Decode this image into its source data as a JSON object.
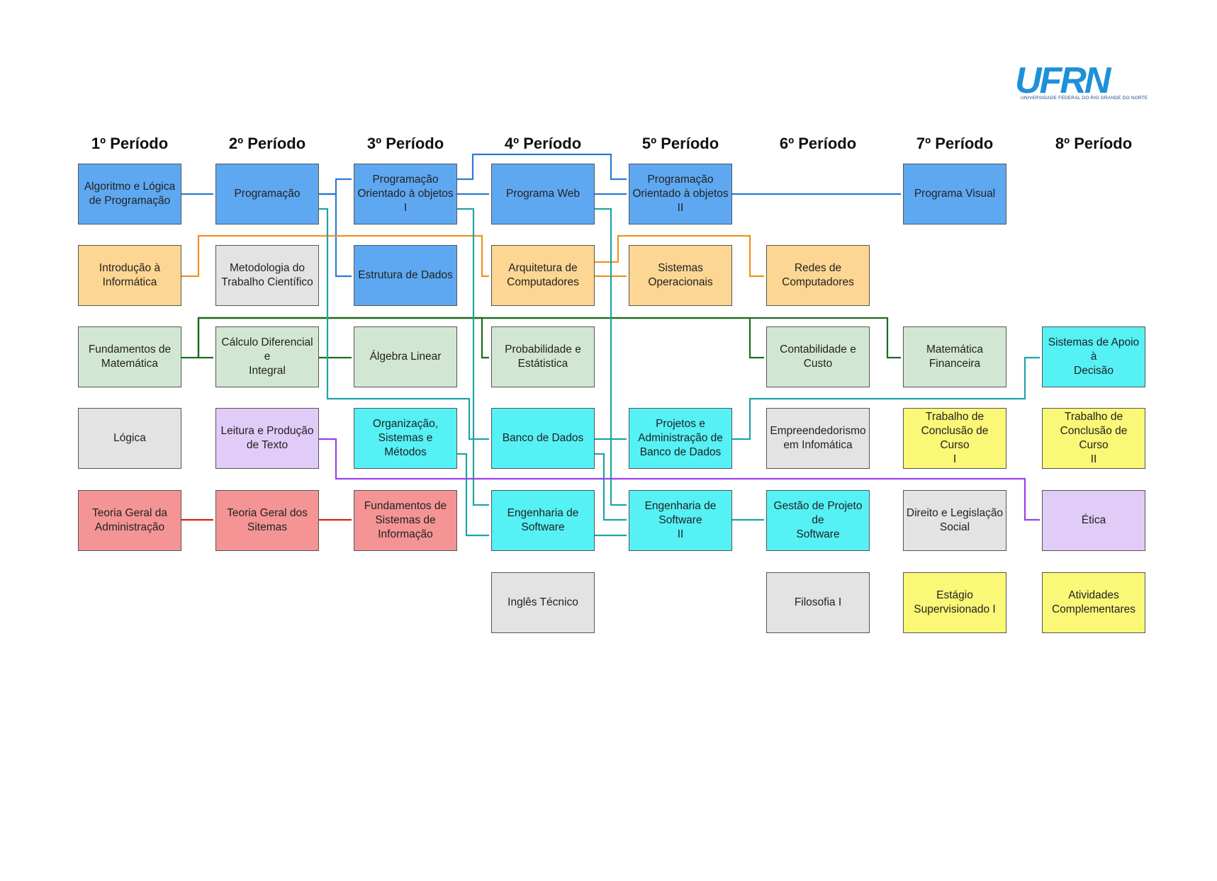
{
  "logo": {
    "text": "UFRN",
    "subtitle": "UNIVERSIDADE FEDERAL DO RIO GRANDE DO NORTE",
    "color": "#1e90d8"
  },
  "colors": {
    "blue": "#5ea8f2",
    "orange": "#fcd692",
    "green": "#d2e7d3",
    "gray": "#e3e3e3",
    "cyan": "#55f1f5",
    "purple": "#e1cbf7",
    "red": "#f59494",
    "yellow": "#fbf777",
    "edge_blue": "#2a7ad2",
    "edge_orange": "#f0921c",
    "edge_green": "#1f6a1f",
    "edge_teal": "#1fa3a6",
    "edge_purple": "#9a3fe6",
    "edge_red": "#d61f1f"
  },
  "periods": [
    "1º Período",
    "2º Período",
    "3º Período",
    "4º Período",
    "5º Período",
    "6º Período",
    "7º Período",
    "8º Período"
  ],
  "courses": [
    {
      "id": "alg",
      "label": "Algoritmo e Lógica\nde Programação",
      "color": "blue",
      "period": 1,
      "row": 1
    },
    {
      "id": "intro",
      "label": "Introdução à\nInformática",
      "color": "orange",
      "period": 1,
      "row": 2
    },
    {
      "id": "fundmat",
      "label": "Fundamentos de\nMatemática",
      "color": "green",
      "period": 1,
      "row": 3
    },
    {
      "id": "logica",
      "label": "Lógica",
      "color": "gray",
      "period": 1,
      "row": 4
    },
    {
      "id": "tga",
      "label": "Teoria Geral da\nAdministração",
      "color": "red",
      "period": 1,
      "row": 5
    },
    {
      "id": "prog",
      "label": "Programação",
      "color": "blue",
      "period": 2,
      "row": 1
    },
    {
      "id": "metod",
      "label": "Metodologia do\nTrabalho Científico",
      "color": "gray",
      "period": 2,
      "row": 2
    },
    {
      "id": "calc",
      "label": "Cálculo Diferencial e\nIntegral",
      "color": "green",
      "period": 2,
      "row": 3
    },
    {
      "id": "leitura",
      "label": "Leitura e Produção\nde Texto",
      "color": "purple",
      "period": 2,
      "row": 4
    },
    {
      "id": "tgs",
      "label": "Teoria Geral dos\nSitemas",
      "color": "red",
      "period": 2,
      "row": 5
    },
    {
      "id": "poo1",
      "label": "Programação\nOrientado à objetos\nI",
      "color": "blue",
      "period": 3,
      "row": 1
    },
    {
      "id": "ed",
      "label": "Estrutura de Dados",
      "color": "blue",
      "period": 3,
      "row": 2
    },
    {
      "id": "alglin",
      "label": "Álgebra Linear",
      "color": "green",
      "period": 3,
      "row": 3
    },
    {
      "id": "osm",
      "label": "Organização,\nSistemas e Métodos",
      "color": "cyan",
      "period": 3,
      "row": 4
    },
    {
      "id": "fsi",
      "label": "Fundamentos de\nSistemas de\nInformação",
      "color": "red",
      "period": 3,
      "row": 5
    },
    {
      "id": "web",
      "label": "Programa Web",
      "color": "blue",
      "period": 4,
      "row": 1
    },
    {
      "id": "arq",
      "label": "Arquitetura de\nComputadores",
      "color": "orange",
      "period": 4,
      "row": 2
    },
    {
      "id": "prob",
      "label": "Probabilidade e\nEstátistica",
      "color": "green",
      "period": 4,
      "row": 3
    },
    {
      "id": "bd",
      "label": "Banco de Dados",
      "color": "cyan",
      "period": 4,
      "row": 4
    },
    {
      "id": "es1",
      "label": "Engenharia de\nSoftware",
      "color": "cyan",
      "period": 4,
      "row": 5
    },
    {
      "id": "ingles",
      "label": "Inglês Técnico",
      "color": "gray",
      "period": 4,
      "row": 6
    },
    {
      "id": "poo2",
      "label": "Programação\nOrientado à objetos\nII",
      "color": "blue",
      "period": 5,
      "row": 1
    },
    {
      "id": "so",
      "label": "Sistemas\nOperacionais",
      "color": "orange",
      "period": 5,
      "row": 2
    },
    {
      "id": "pabd",
      "label": "Projetos e\nAdministração de\nBanco de Dados",
      "color": "cyan",
      "period": 5,
      "row": 4
    },
    {
      "id": "es2",
      "label": "Engenharia de\nSoftware\nII",
      "color": "cyan",
      "period": 5,
      "row": 5
    },
    {
      "id": "redes",
      "label": "Redes de\nComputadores",
      "color": "orange",
      "period": 6,
      "row": 2
    },
    {
      "id": "contab",
      "label": "Contabilidade e\nCusto",
      "color": "green",
      "period": 6,
      "row": 3
    },
    {
      "id": "empreend",
      "label": "Empreendedorismo\nem Infomática",
      "color": "gray",
      "period": 6,
      "row": 4
    },
    {
      "id": "gestao",
      "label": "Gestão de Projeto de\nSoftware",
      "color": "cyan",
      "period": 6,
      "row": 5
    },
    {
      "id": "filo",
      "label": "Filosofia I",
      "color": "gray",
      "period": 6,
      "row": 6
    },
    {
      "id": "visual",
      "label": "Programa Visual",
      "color": "blue",
      "period": 7,
      "row": 1
    },
    {
      "id": "matfin",
      "label": "Matemática\nFinanceira",
      "color": "green",
      "period": 7,
      "row": 3
    },
    {
      "id": "tcc1",
      "label": "Trabalho de\nConclusão de Curso\nI",
      "color": "yellow",
      "period": 7,
      "row": 4
    },
    {
      "id": "direito",
      "label": "Direito e Legislação\nSocial",
      "color": "gray",
      "period": 7,
      "row": 5
    },
    {
      "id": "estagio",
      "label": "Estágio\nSupervisionado I",
      "color": "yellow",
      "period": 7,
      "row": 6
    },
    {
      "id": "sad",
      "label": "Sistemas de Apoio à\nDecisão",
      "color": "cyan",
      "period": 8,
      "row": 3
    },
    {
      "id": "tcc2",
      "label": "Trabalho de\nConclusão de Curso\nII",
      "color": "yellow",
      "period": 8,
      "row": 4
    },
    {
      "id": "etica",
      "label": "Ética",
      "color": "purple",
      "period": 8,
      "row": 5
    },
    {
      "id": "ativ",
      "label": "Atividades\nComplementares",
      "color": "yellow",
      "period": 8,
      "row": 6
    }
  ],
  "prerequisites": [
    {
      "from": "alg",
      "to": "prog",
      "color": "edge_blue"
    },
    {
      "from": "prog",
      "to": "poo1",
      "color": "edge_blue"
    },
    {
      "from": "prog",
      "to": "ed",
      "color": "edge_blue"
    },
    {
      "from": "poo1",
      "to": "web",
      "color": "edge_blue"
    },
    {
      "from": "poo1",
      "to": "poo2",
      "color": "edge_blue"
    },
    {
      "from": "web",
      "to": "poo2",
      "color": "edge_blue"
    },
    {
      "from": "poo2",
      "to": "visual",
      "color": "edge_blue"
    },
    {
      "from": "intro",
      "to": "arq",
      "color": "edge_orange"
    },
    {
      "from": "arq",
      "to": "so",
      "color": "edge_orange"
    },
    {
      "from": "arq",
      "to": "redes",
      "color": "edge_orange"
    },
    {
      "from": "fundmat",
      "to": "calc",
      "color": "edge_green"
    },
    {
      "from": "calc",
      "to": "alglin",
      "color": "edge_green"
    },
    {
      "from": "fundmat",
      "to": "prob",
      "color": "edge_green"
    },
    {
      "from": "fundmat",
      "to": "contab",
      "color": "edge_green"
    },
    {
      "from": "fundmat",
      "to": "matfin",
      "color": "edge_green"
    },
    {
      "from": "prog",
      "to": "bd",
      "color": "edge_teal"
    },
    {
      "from": "poo1",
      "to": "es1",
      "color": "edge_teal"
    },
    {
      "from": "osm",
      "to": "es1",
      "color": "edge_teal"
    },
    {
      "from": "bd",
      "to": "pabd",
      "color": "edge_teal"
    },
    {
      "from": "bd",
      "to": "es2",
      "color": "edge_teal"
    },
    {
      "from": "web",
      "to": "es2",
      "color": "edge_teal"
    },
    {
      "from": "es1",
      "to": "es2",
      "color": "edge_teal"
    },
    {
      "from": "es2",
      "to": "gestao",
      "color": "edge_teal"
    },
    {
      "from": "pabd",
      "to": "sad",
      "color": "edge_teal"
    },
    {
      "from": "leitura",
      "to": "etica",
      "color": "edge_purple"
    },
    {
      "from": "tga",
      "to": "tgs",
      "color": "edge_red"
    },
    {
      "from": "tgs",
      "to": "fsi",
      "color": "edge_red"
    }
  ]
}
